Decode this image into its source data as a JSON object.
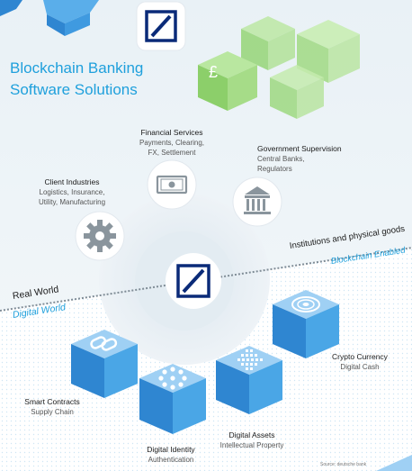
{
  "title": {
    "line1": "Blockchain Banking",
    "line2": "Software Solutions"
  },
  "pound_symbol": "£",
  "divider": {
    "left_top": "Real World",
    "left_bottom": "Digital World",
    "right_top": "Institutions and physical goods",
    "right_bottom": "Blockchain Enabled"
  },
  "nodes": {
    "financial": {
      "title": "Financial Services",
      "line1": "Payments, Clearing,",
      "line2": "FX, Settlement",
      "icon": "banknote-icon"
    },
    "government": {
      "title": "Government Supervision",
      "line1": "Central Banks,",
      "line2": "Regulators",
      "icon": "bank-building-icon"
    },
    "client": {
      "title": "Client Industries",
      "line1": "Logistics, Insurance,",
      "line2": "Utility, Manufacturing",
      "icon": "gear-icon"
    },
    "crypto": {
      "title": "Crypto Currency",
      "line1": "Digital Cash",
      "icon": "coins-icon"
    },
    "contracts": {
      "title": "Smart Contracts",
      "line1": "Supply Chain",
      "icon": "chain-link-icon"
    },
    "identity": {
      "title": "Digital Identity",
      "line1": "Authentication",
      "icon": "dots-circle-icon"
    },
    "assets": {
      "title": "Digital Assets",
      "line1": "Intellectual Property",
      "icon": "fingerprint-icon"
    }
  },
  "colors": {
    "brand_blue": "#1fa0dc",
    "db_blue": "#0a2a78",
    "green": "#8fd36a",
    "cube_blue": "#4aa6e6"
  },
  "source": "Source: deutsche bank"
}
